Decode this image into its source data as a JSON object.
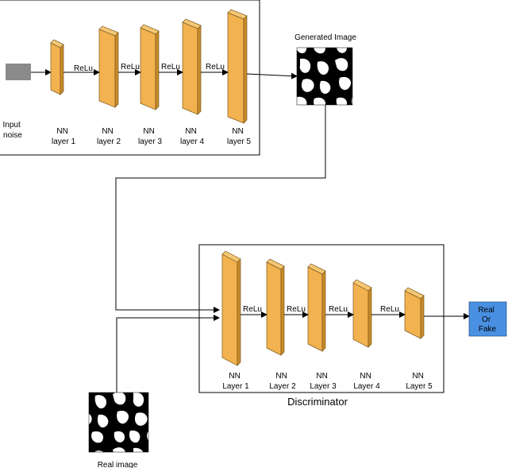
{
  "generator": {
    "input_label": [
      "Input",
      "noise"
    ],
    "layers": [
      {
        "label": [
          "NN",
          "layer 1"
        ]
      },
      {
        "label": [
          "NN",
          "layer 2"
        ]
      },
      {
        "label": [
          "NN",
          "layer 3"
        ]
      },
      {
        "label": [
          "NN",
          "layer 4"
        ]
      },
      {
        "label": [
          "NN",
          "layer 5"
        ]
      }
    ],
    "activation_labels": [
      "ReLu",
      "ReLu",
      "ReLu",
      "ReLu"
    ]
  },
  "generated_image": {
    "title": "Generated Image"
  },
  "real_image": {
    "label": "Real image"
  },
  "discriminator": {
    "title": "Discriminator",
    "layers": [
      {
        "label": [
          "NN",
          "Layer 1"
        ]
      },
      {
        "label": [
          "NN",
          "Layer 2"
        ]
      },
      {
        "label": [
          "NN",
          "Layer 3"
        ]
      },
      {
        "label": [
          "NN",
          "Layer 4"
        ]
      },
      {
        "label": [
          "NN",
          "Layer 5"
        ]
      }
    ],
    "activation_labels": [
      "ReLu",
      "ReLu",
      "ReLu",
      "ReLu"
    ]
  },
  "output": {
    "label": [
      "Real",
      "Or",
      "Fake"
    ]
  },
  "colors": {
    "layer_front": "#F2B24F",
    "layer_side": "#C98A2A",
    "layer_edge": "#7A5A1E",
    "output_fill": "#4A90E2",
    "noise_fill": "#8A8A8A"
  }
}
